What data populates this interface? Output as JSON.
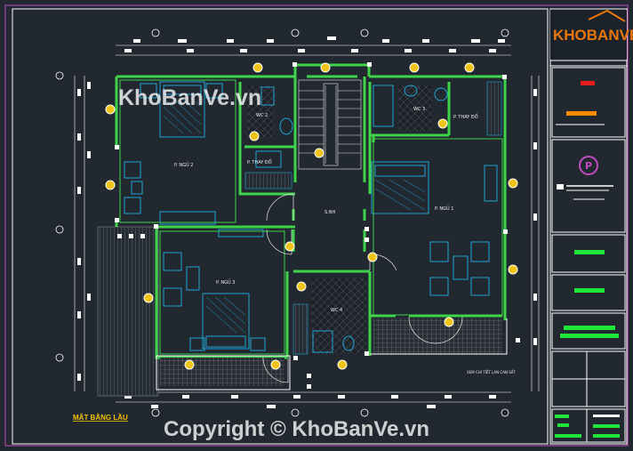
{
  "watermark": {
    "top": "KhoBanVe.vn",
    "bottom": "Copyright © KhoBanVe.vn"
  },
  "logo": {
    "text": "KHOBANVE"
  },
  "plan": {
    "title": "MẶT BẰNG LẦU",
    "rooms": {
      "bedroom_2": "P. NGỦ 2",
      "wc_2": "WC 2",
      "closet_left": "P. THAY ĐỒ",
      "wc_3": "WC 3",
      "closet_right": "P. THAY ĐỒ",
      "bedroom_1": "P. NGỦ 1",
      "hall": "S.NH",
      "bedroom_3": "P. NGỦ 3",
      "wc_4": "WC 4"
    },
    "balcony_note": "XEM CHI TIẾT LAN CAN SẮT"
  },
  "colors": {
    "background": "#212830",
    "wall": "#3fd34a",
    "furniture": "#1fa5d6",
    "dimension": "#ffffff",
    "tag": "#f0c419",
    "frame": "#c24bc2",
    "logo_orange": "#e8770e"
  }
}
